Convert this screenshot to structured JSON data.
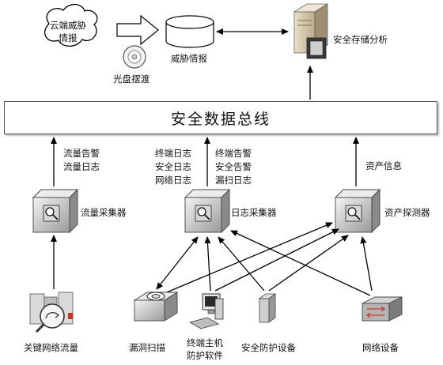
{
  "cloud": {
    "label": "云端威胁情报"
  },
  "disc": {
    "label": "光盘摆渡"
  },
  "intel_db": {
    "label": "威胁情报"
  },
  "storage": {
    "label": "安全存储分析"
  },
  "bus": {
    "label": "安全数据总线"
  },
  "flow_collector": {
    "label": "流量采集器",
    "annotation": "流量告警\n流量日志"
  },
  "log_collector": {
    "label": "日志采集器",
    "annotation_left": "终端日志\n安全日志\n网络日志",
    "annotation_right": "终端告警\n安全告警\n漏扫日志"
  },
  "asset_probe": {
    "label": "资产探测器",
    "annotation": "资产信息"
  },
  "sources": {
    "key_flow": "关键网络流量",
    "vuln_scan": "漏洞扫描",
    "endpoint": "终端主机\n防护软件",
    "sec_device": "安全防护设备",
    "net_device": "网络设备"
  }
}
